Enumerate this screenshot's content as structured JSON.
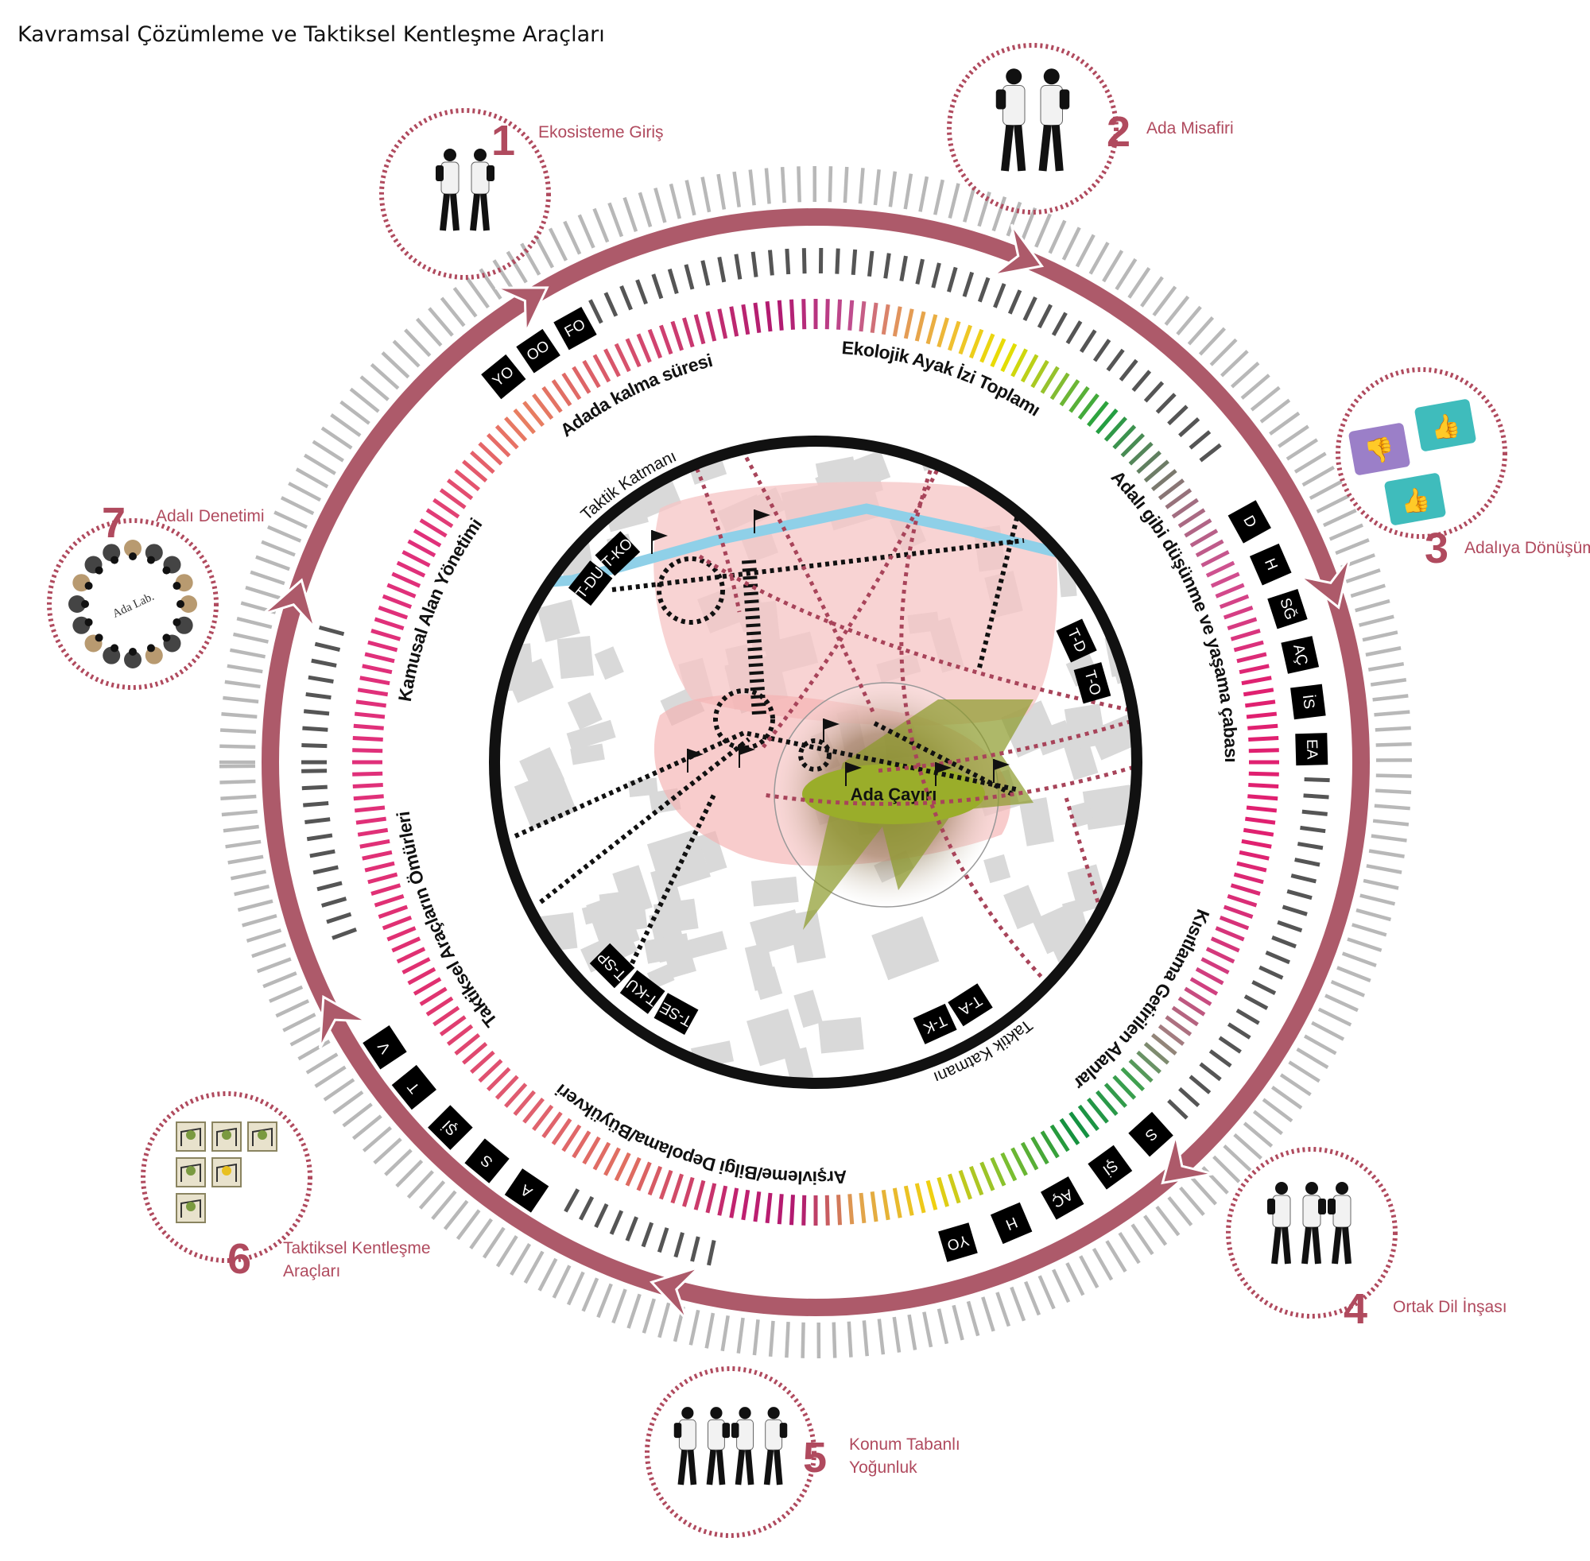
{
  "title": "Kavramsal Çözümleme ve Taktiksel Kentleşme Araçları",
  "colors": {
    "maroon": "#ad5a6a",
    "step_accent": "#b04a5e",
    "grey_ticks": "#b8b8b8",
    "dark_ticks": "#555555",
    "river": "#8fd0e8",
    "zone_pink": "#f6c4c4",
    "meadow": "#9aad2a"
  },
  "steps": [
    {
      "number": "1",
      "label": "Ekosisteme Giriş"
    },
    {
      "number": "2",
      "label": "Ada Misafiri"
    },
    {
      "number": "3",
      "label": "Adalıya Dönüşüm"
    },
    {
      "number": "4",
      "label": "Ortak Dil İnşası"
    },
    {
      "number": "5",
      "label_line1": "Konum Tabanlı",
      "label_line2": "Yoğunluk"
    },
    {
      "number": "6",
      "label_line1": "Taktiksel Kentleşme",
      "label_line2": "Araçları"
    },
    {
      "number": "7",
      "label": "Adalı Denetimi",
      "center_text": "Ada Lab."
    }
  ],
  "ring_labels": {
    "adada": "Adada kalma süresi",
    "ekolojik": "Ekolojik Ayak İzi Toplamı",
    "adali": "Adalı gibi düşünme ve yaşama çabası",
    "kisitlama": "Kısıtlama Getirilen Alanlar",
    "arsivleme": "Arşivleme/Bilgi Depolama/Büyükveri",
    "omurler": "Taktiksel Araçların Ömürleri",
    "kamusal": "Kamusal Alan Yönetimi",
    "taktik_top": "Taktik Katmanı",
    "taktik_bottom": "Taktik Katmanı"
  },
  "box_groups": {
    "top_left": [
      "YO",
      "OO",
      "FO"
    ],
    "right": [
      "D",
      "H",
      "SĞ",
      "AÇ",
      "İS",
      "EA"
    ],
    "bottom_right": [
      "S",
      "Şİ",
      "AÇ",
      "H",
      "YO"
    ],
    "bottom_left": [
      "V",
      "T",
      "Şİ",
      "S",
      "A"
    ],
    "inner": [
      "T-DU",
      "T-KO",
      "T-D",
      "T-O",
      "T-SP",
      "T-KU",
      "T-SE",
      "T-K",
      "T-A"
    ]
  },
  "map": {
    "center_label": "Ada Çayırı"
  },
  "icons": [
    "person-silhouette-icon",
    "thumbs-up-icon",
    "thumbs-down-icon",
    "flag-icon",
    "arrowhead-icon",
    "tactical-tool-icon"
  ]
}
